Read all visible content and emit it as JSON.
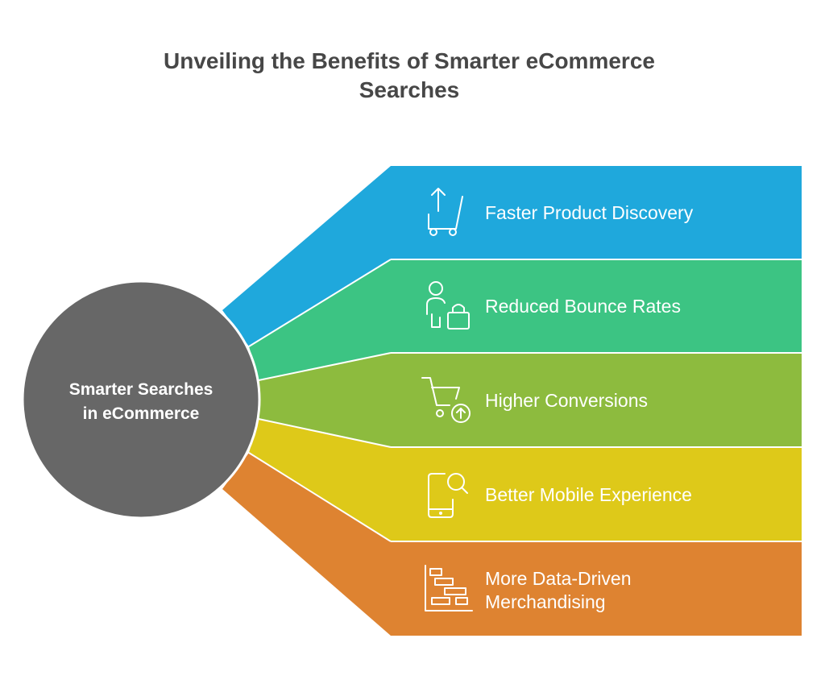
{
  "title": "Unveiling the Benefits of Smarter eCommerce Searches",
  "hub": {
    "line1": "Smarter Searches",
    "line2": "in eCommerce",
    "color": "#676767"
  },
  "branches": [
    {
      "line1": "Faster Product Discovery",
      "line2": "",
      "color": "#1FA8DC",
      "icon": "cart-arrow-up-icon"
    },
    {
      "line1": "Reduced Bounce Rates",
      "line2": "",
      "color": "#3CC483",
      "icon": "person-shopping-bag-icon"
    },
    {
      "line1": "Higher Conversions",
      "line2": "",
      "color": "#8DBB3E",
      "icon": "cart-upload-icon"
    },
    {
      "line1": "Better Mobile Experience",
      "line2": "",
      "color": "#DEC919",
      "icon": "mobile-search-icon"
    },
    {
      "line1": "More Data-Driven",
      "line2": "Merchandising",
      "color": "#DE8331",
      "icon": "gantt-chart-icon"
    }
  ]
}
